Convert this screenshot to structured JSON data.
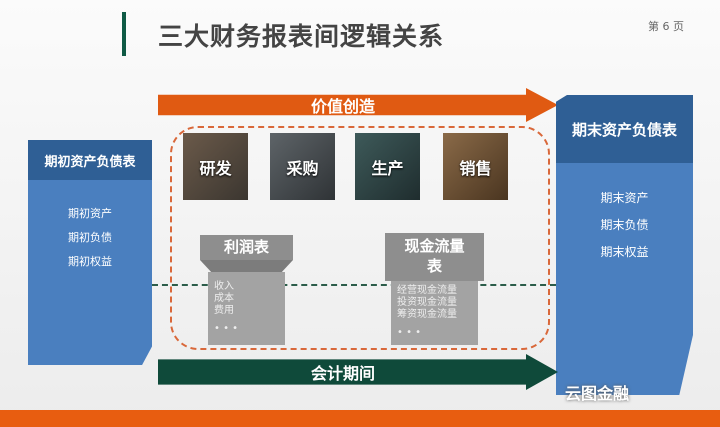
{
  "header": {
    "title": "三大财务报表间逻辑关系",
    "page": "第 6 页"
  },
  "arrows": {
    "top": "价值创造",
    "bottom": "会计期间"
  },
  "left_box": {
    "title": "期初资产负债表",
    "items": [
      "期初资产",
      "期初负债",
      "期初权益"
    ]
  },
  "right_box": {
    "title": "期末资产负债表",
    "items": [
      "期末资产",
      "期末负债",
      "期末权益"
    ]
  },
  "tiles": [
    "研发",
    "采购",
    "生产",
    "销售"
  ],
  "income": {
    "title": "利润表",
    "items": [
      "收入",
      "成本",
      "费用"
    ],
    "more": "• • •"
  },
  "cashflow": {
    "title": "现金流量表",
    "items": [
      "经营现金流量",
      "投资现金流量",
      "筹资现金流量"
    ],
    "more": "• • •"
  },
  "watermark": "云图金融",
  "colors": {
    "orange": "#e05a12",
    "green": "#0f4a3a",
    "blue": "#4a7fbf"
  }
}
